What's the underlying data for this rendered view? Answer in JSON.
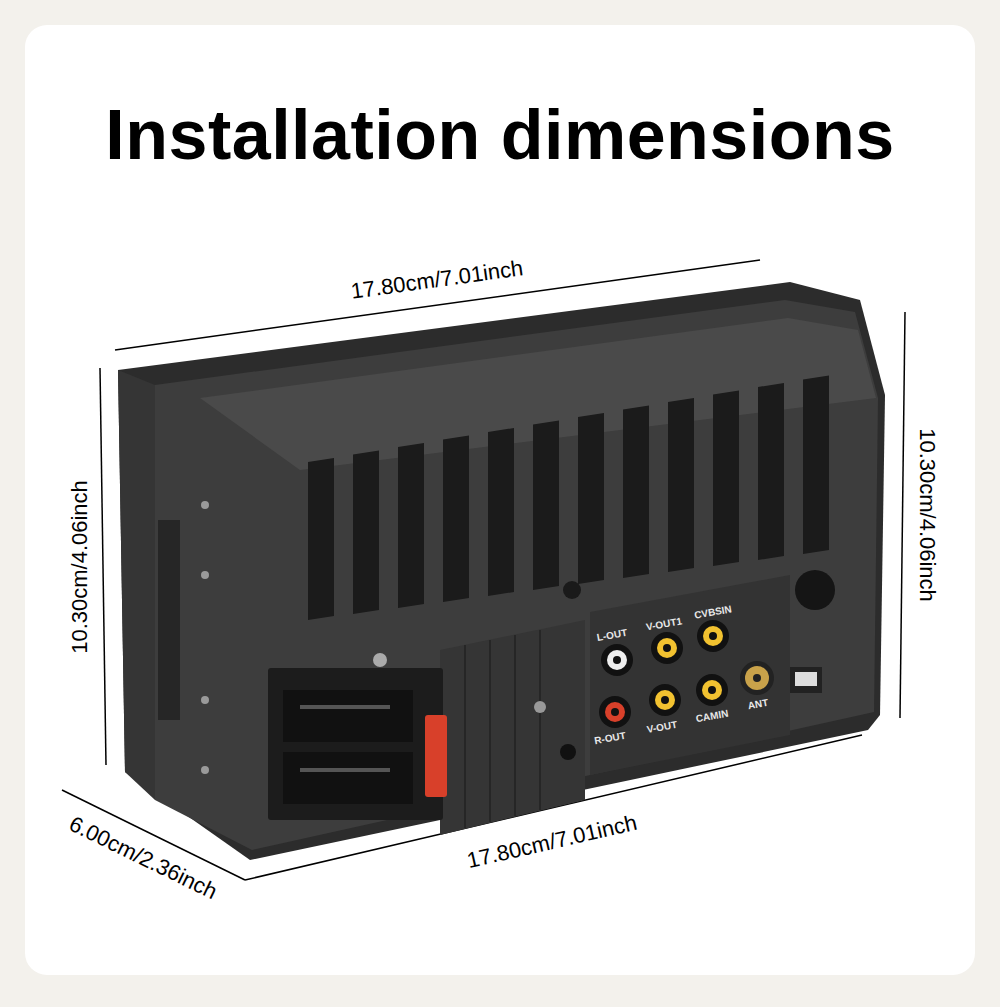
{
  "diagram": {
    "title": "Installation dimensions",
    "labels": [
      "17.80cm/7.01inch",
      "10.30cm/4.06inch",
      "10.30cm/4.06inch",
      "6.00cm/2.36inch",
      "17.80cm/7.01inch",
      "L-OUT",
      "V-OUT1",
      "CVBSIN",
      "R-OUT",
      "V-OUT",
      "CAMIN",
      "ANT"
    ]
  }
}
